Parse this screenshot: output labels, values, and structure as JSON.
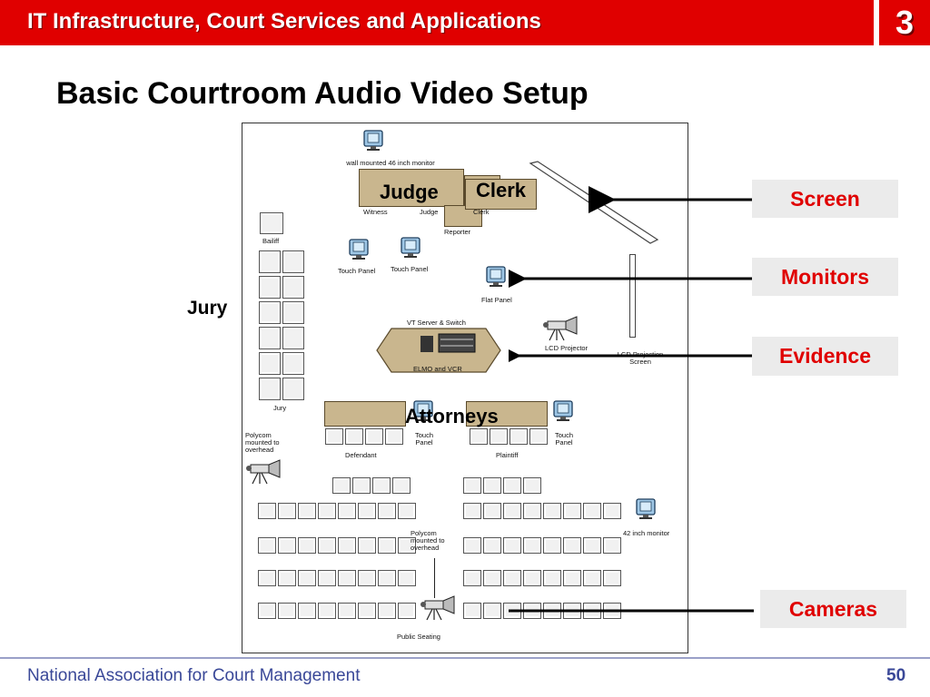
{
  "header": {
    "title": "IT Infrastructure, Court Services and Applications",
    "chapter": "3"
  },
  "slide": {
    "title": "Basic Courtroom Audio Video Setup"
  },
  "diagram": {
    "wall_monitor": "wall mounted 46 inch monitor",
    "judge": "Judge",
    "clerk": "Clerk",
    "witness": "Witness",
    "judge_small": "Judge",
    "clerk_small": "Clerk",
    "reporter": "Reporter",
    "bailiff": "Bailiff",
    "touch_panel": "Touch Panel",
    "flat_panel": "Flat Panel",
    "vt_server": "VT Server & Switch",
    "elmo_vcr": "ELMO and VCR",
    "lcd_projector": "LCD Projector",
    "lcd_screen": "LCD Projection Screen",
    "jury": "Jury",
    "jury_small": "Jury",
    "attorneys": "Attorneys",
    "defendant": "Defendant",
    "plaintiff": "Plaintiff",
    "polycom": "Polycom mounted to overhead",
    "monitor_42": "42 inch monitor",
    "public_seating": "Public Seating"
  },
  "callouts": {
    "screen": "Screen",
    "monitors": "Monitors",
    "evidence": "Evidence",
    "cameras": "Cameras"
  },
  "colors": {
    "header_red": "#e00000",
    "accent_red": "#e00000",
    "footer_blue": "#3a4898",
    "desk_tan": "#c9b68e"
  },
  "footer": {
    "org": "National Association for Court Management",
    "page": "50"
  }
}
